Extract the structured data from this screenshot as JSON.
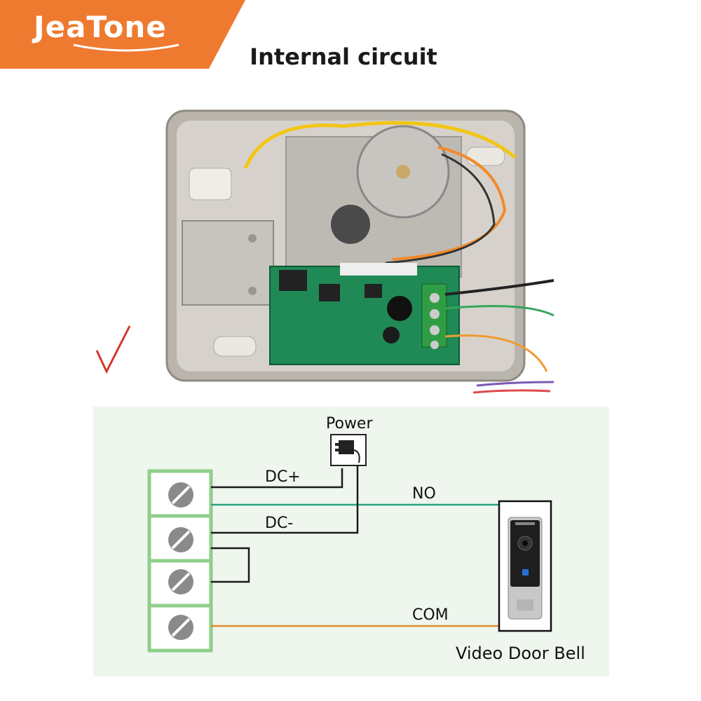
{
  "brand": {
    "name": "JeaTone",
    "color": "#ee7a2f"
  },
  "title": "Internal circuit",
  "diagram": {
    "power_label": "Power",
    "wires": [
      {
        "label": "DC+",
        "color": "#1a1a1a"
      },
      {
        "label": "NO",
        "color": "#2aa57e"
      },
      {
        "label": "DC-",
        "color": "#1a1a1a"
      },
      {
        "label": "COM",
        "color": "#e08a2c"
      }
    ],
    "terminal_count": 4,
    "device_label": "Video Door Bell",
    "terminal_color": "#8fcf8a"
  }
}
